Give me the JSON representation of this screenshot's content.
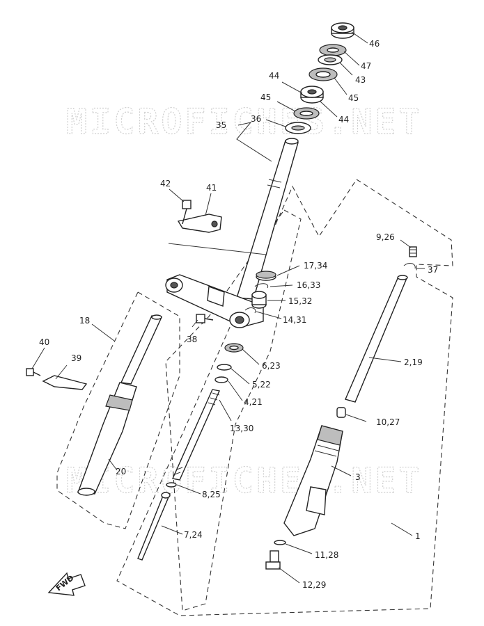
{
  "watermark": {
    "text": "MICROFICHES.NET"
  },
  "fwd_label": "FWD",
  "labels": {
    "l46": "46",
    "l47": "47",
    "l43": "43",
    "l45a": "45",
    "l44a": "44",
    "l44b": "44",
    "l45b": "45",
    "l36": "36",
    "l35": "35",
    "l42": "42",
    "l41": "41",
    "l9_26": "9,26",
    "l37": "37",
    "l17_34": "17,34",
    "l16_33": "16,33",
    "l15_32": "15,32",
    "l14_31": "14,31",
    "l18": "18",
    "l38": "38",
    "l40": "40",
    "l39": "39",
    "l6_23": "6,23",
    "l2_19": "2,19",
    "l5_22": "5,22",
    "l4_21": "4,21",
    "l10_27": "10,27",
    "l13_30": "13,30",
    "l20": "20",
    "l3": "3",
    "l8_25": "8,25",
    "l7_24": "7,24",
    "l1": "1",
    "l11_28": "11,28",
    "l12_29": "12,29"
  }
}
